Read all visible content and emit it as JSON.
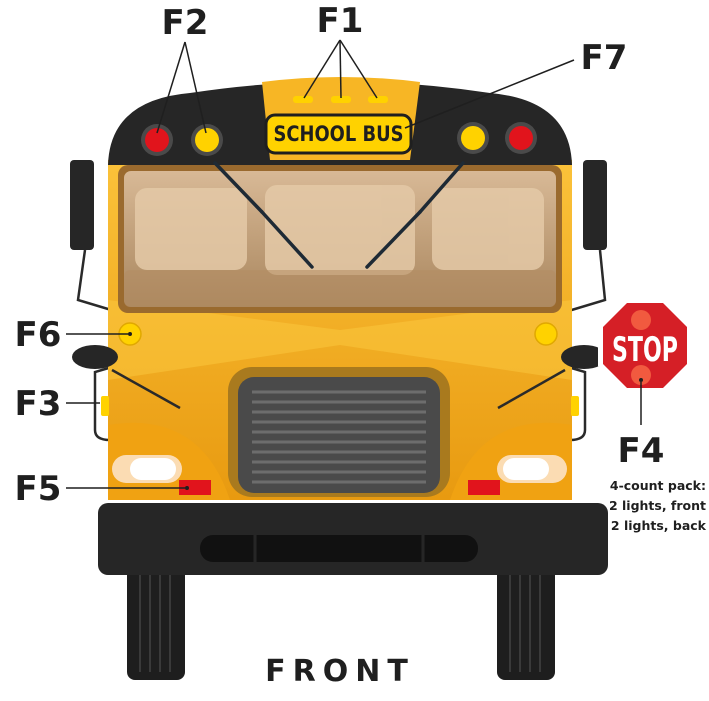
{
  "labels": {
    "f1": "F1",
    "f2": "F2",
    "f3": "F3",
    "f4": "F4",
    "f5": "F5",
    "f6": "F6",
    "f7": "F7"
  },
  "note": {
    "line1": "4-count pack:",
    "line2": "2 lights, front",
    "line3": "2 lights, back"
  },
  "bus_sign": "SCHOOL BUS",
  "stop_sign": "STOP",
  "footer": "FRONT",
  "colors": {
    "bus_yellow": "#f6b51e",
    "roof_black": "#262626",
    "light_red": "#e1141c",
    "light_amber": "#ffd200",
    "stop_red": "#d51f26"
  }
}
